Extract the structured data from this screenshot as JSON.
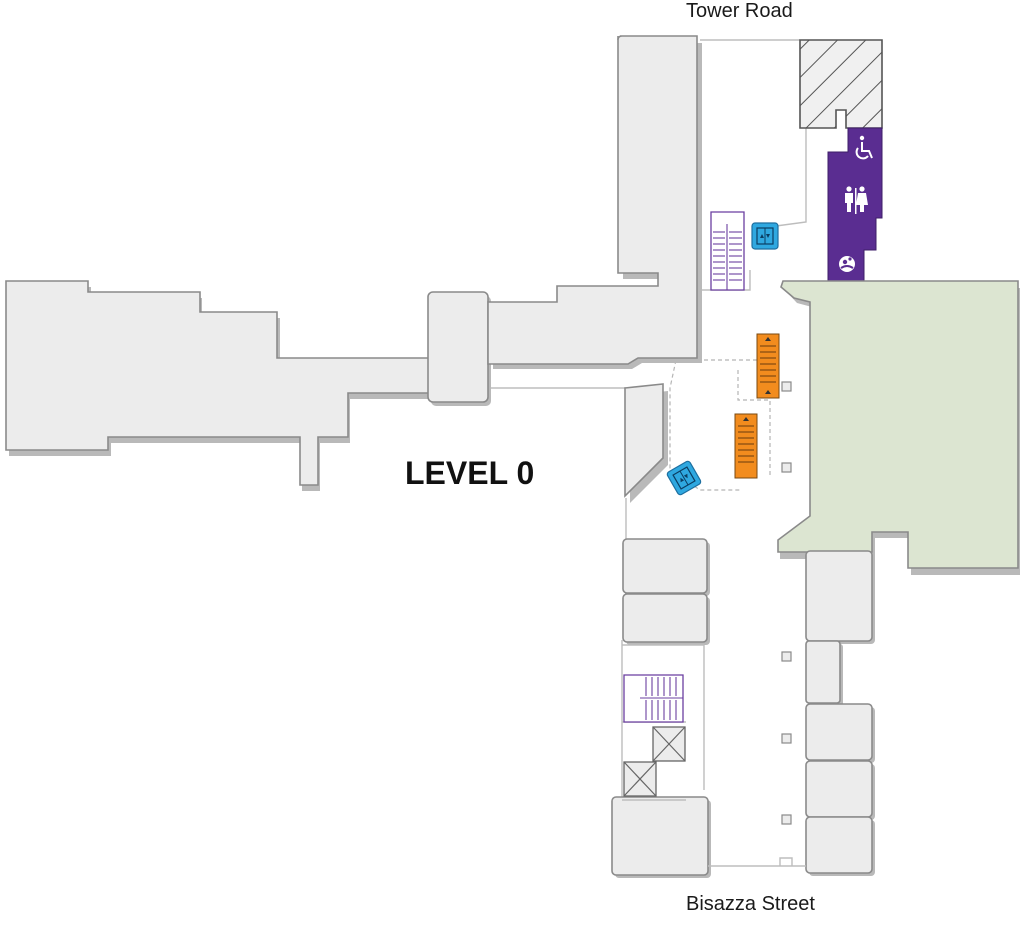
{
  "labels": {
    "tower_road": "Tower Road",
    "bisazza_street": "Bisazza Street",
    "level": "LEVEL 0"
  },
  "icons": {
    "accessible_toilet": "wheelchair-icon",
    "toilets": "toilets-icon",
    "baby_change": "baby-change-icon",
    "lifts": "lift-icon",
    "escalators": "escalator-icon",
    "stairs": "stairs-icon"
  },
  "colors": {
    "building_fill": "#ececec",
    "building_stroke": "#8a8a8a",
    "garden": "#dce5d1",
    "facilities": "#5a2d91",
    "lift": "#2fa8e0",
    "escalator": "#f28c1e",
    "stairs": "#6b3fa0"
  }
}
